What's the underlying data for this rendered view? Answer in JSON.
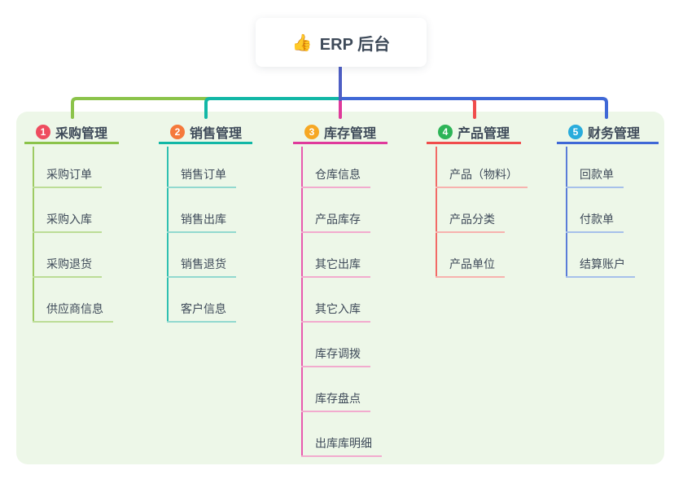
{
  "root": {
    "emoji": "👍",
    "label": "ERP 后台"
  },
  "colors": {
    "canvas_bg": "#ffffff",
    "panel_bg": "#edf7e8",
    "root_connector": "#4e5ec4",
    "text": "#3e4a59"
  },
  "branches": [
    {
      "id": "procurement",
      "index": "1",
      "title": "采购管理",
      "badge_color": "#ee4c5f",
      "line_color": "#8bc34a",
      "child_line_color": "#bcdd96",
      "children": [
        "采购订单",
        "采购入库",
        "采购退货",
        "供应商信息"
      ]
    },
    {
      "id": "sales",
      "index": "2",
      "title": "销售管理",
      "badge_color": "#f5793b",
      "line_color": "#12b7a6",
      "child_line_color": "#92d9cf",
      "children": [
        "销售订单",
        "销售出库",
        "销售退货",
        "客户信息"
      ]
    },
    {
      "id": "inventory",
      "index": "3",
      "title": "库存管理",
      "badge_color": "#f6a723",
      "line_color": "#df3a9b",
      "child_line_color": "#f2abce",
      "children": [
        "仓库信息",
        "产品库存",
        "其它出库",
        "其它入库",
        "库存调拨",
        "库存盘点",
        "出库库明细"
      ]
    },
    {
      "id": "product",
      "index": "4",
      "title": "产品管理",
      "badge_color": "#2db457",
      "line_color": "#f04c4c",
      "child_line_color": "#f7b2ae",
      "children": [
        "产品（物料）",
        "产品分类",
        "产品单位"
      ]
    },
    {
      "id": "finance",
      "index": "5",
      "title": "财务管理",
      "badge_color": "#29acdc",
      "line_color": "#3f68d6",
      "child_line_color": "#a6c0ea",
      "children": [
        "回款单",
        "付款单",
        "结算账户"
      ]
    }
  ]
}
